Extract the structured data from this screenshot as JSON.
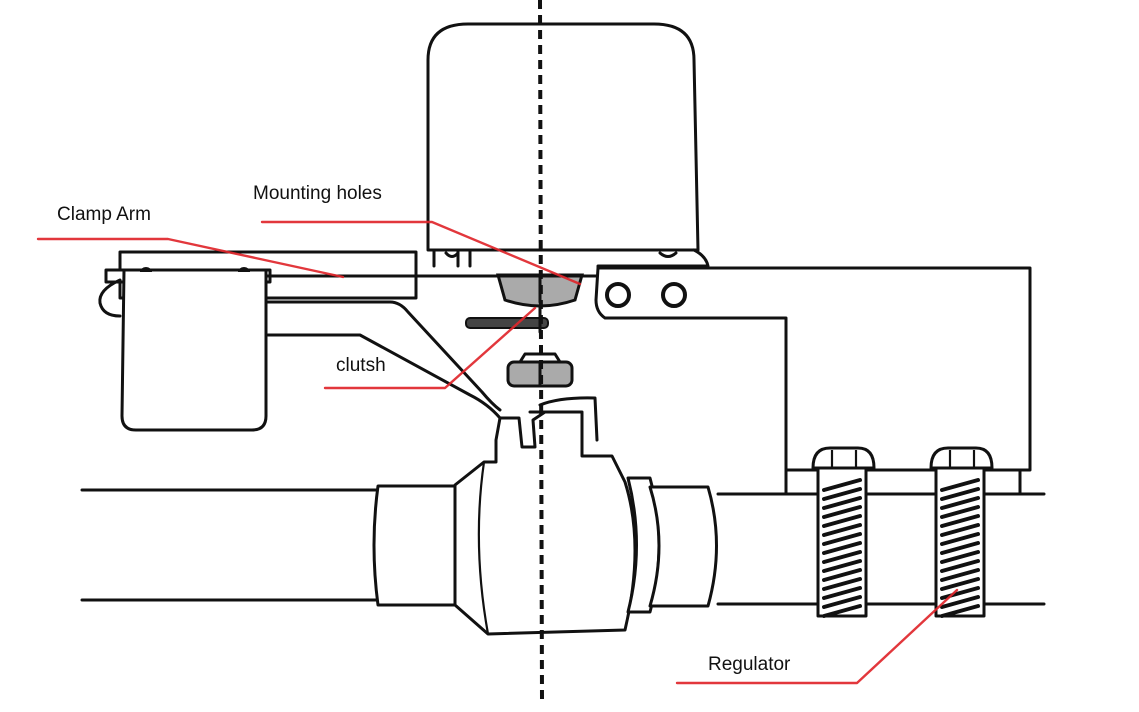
{
  "diagram": {
    "subject": "Valve actuator mounted on ball valve",
    "labels": [
      {
        "id": "clamp-arm",
        "text": "Clamp Arm"
      },
      {
        "id": "mounting-holes",
        "text": "Mounting holes"
      },
      {
        "id": "clutsh",
        "text": "clutsh"
      },
      {
        "id": "regulator",
        "text": "Regulator"
      }
    ],
    "colors": {
      "outline": "#111111",
      "leader_line": "#e0262b",
      "nut_fill": "#aaaaaa",
      "background": "#ffffff"
    }
  }
}
